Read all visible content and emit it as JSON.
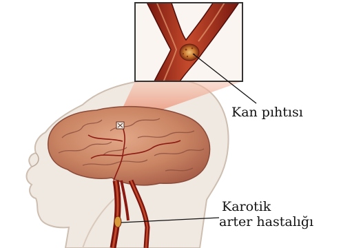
{
  "labels": {
    "clot": "Kan pıhtısı",
    "carotid_line1": "Karotik",
    "carotid_line2": "arter hastalığı"
  },
  "colors": {
    "background": "#ffffff",
    "vessel": "#8b1a12",
    "vessel_highlight": "#d86a3a",
    "brain": "#c0785a",
    "head_outline": "#c8b8a8",
    "inset_border": "#333333",
    "beam": "#f2a48a"
  },
  "icons": [
    "head-silhouette",
    "brain",
    "carotid-artery",
    "magnified-artery-inset",
    "blood-clot"
  ]
}
